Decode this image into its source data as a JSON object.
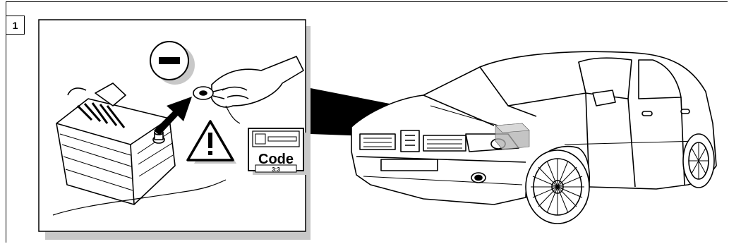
{
  "step": {
    "number": "1"
  },
  "battery_panel": {
    "polarity_symbol": "minus-symbol",
    "warning_icon": "warning-triangle-icon",
    "radio_code_card": {
      "label": "Code",
      "sub_label": "3:3"
    }
  },
  "car": {
    "icon": "car-hatchback-illustration"
  },
  "colors": {
    "line": "#000000",
    "shadow": "#c8c8c8",
    "background": "#ffffff"
  }
}
